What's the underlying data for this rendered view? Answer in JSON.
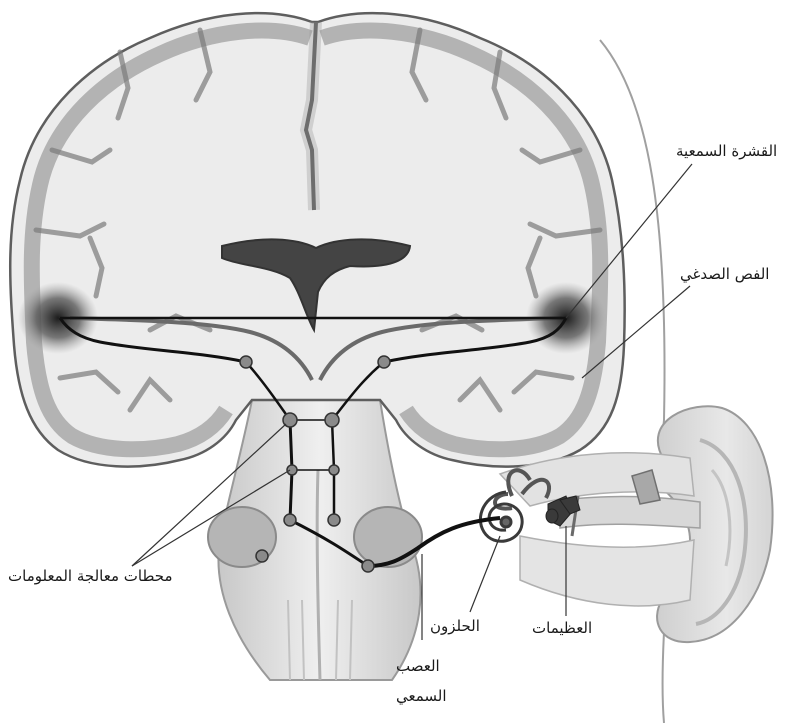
{
  "labels": {
    "auditory_cortex": "القشرة السمعية",
    "temporal_lobe": "الفص الصدغي",
    "processing_stations": "محطات معالجة المعلومات",
    "cochlea": "الحلزون",
    "ossicles": "العظيمات",
    "auditory_nerve_line1": "العصب",
    "auditory_nerve_line2": "السمعي"
  },
  "colors": {
    "brain_fill": "#ececec",
    "gray_matter": "#b3b3b3",
    "ventricle": "#444444",
    "pathway": "#111111",
    "leader_line": "#333333",
    "ear_fill": "#dedede"
  }
}
